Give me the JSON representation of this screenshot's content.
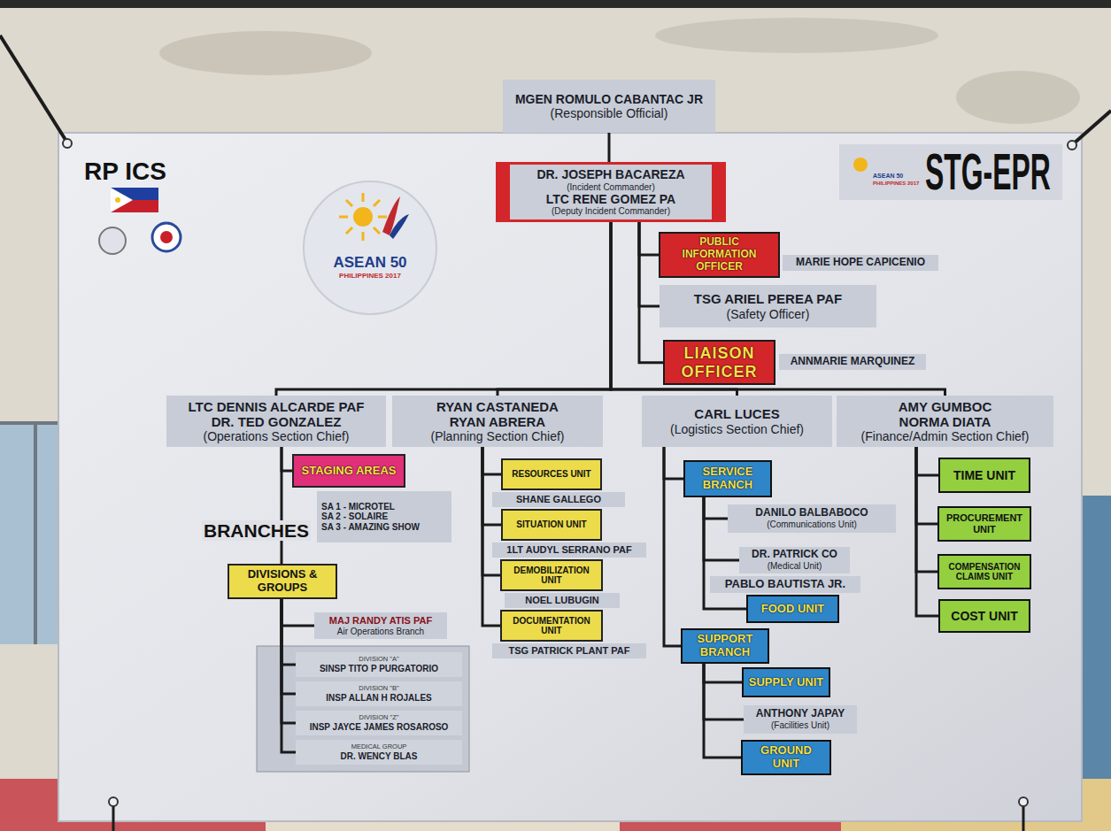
{
  "diagram": {
    "nodes": [
      {
        "text": [
          "MGEN ROMULO CABANTAC JR",
          "(Responsible Official)"
        ]
      },
      {
        "text": [
          "DR. JOSEPH BACAREZA",
          "(Incident Commander)",
          "LTC RENE GOMEZ PA",
          "(Deputy Incident Commander)"
        ]
      },
      {
        "text": [
          "PUBLIC INFORMATION OFFICER"
        ]
      },
      {
        "text": [
          "MARIE HOPE CAPICENIO"
        ]
      },
      {
        "text": [
          "TSG ARIEL PEREA PAF",
          "(Safety Officer)"
        ]
      },
      {
        "text": [
          "LIAISON OFFICER"
        ]
      },
      {
        "text": [
          "ANNMARIE MARQUINEZ"
        ]
      },
      {
        "text": [
          "LTC DENNIS ALCARDE PAF",
          "DR. TED GONZALEZ",
          "(Operations Section Chief)"
        ]
      },
      {
        "text": [
          "RYAN CASTANEDA",
          "RYAN ABRERA",
          "(Planning Section Chief)"
        ]
      },
      {
        "text": [
          "CARL LUCES",
          "(Logistics Section Chief)"
        ]
      },
      {
        "text": [
          "AMY GUMBOC",
          "NORMA DIATA",
          "(Finance/Admin Section Chief)"
        ]
      },
      {
        "text": [
          "STAGING AREAS"
        ]
      },
      {
        "text": [
          "SA 1 - MICROTEL",
          "SA 2 - SOLAIRE",
          "SA 3 - AMAZING SHOW"
        ]
      },
      {
        "text": [
          "DIVISIONS & GROUPS"
        ]
      },
      {
        "text": [
          "MAJ RANDY ATIS PAF",
          "Air Operations Branch"
        ]
      },
      {
        "text": [
          "DIVISION \"A\"",
          "SINSP TITO P PURGATORIO"
        ]
      },
      {
        "text": [
          "DIVISION \"B\"",
          "INSP ALLAN H ROJALES"
        ]
      },
      {
        "text": [
          "DIVISION \"Z\"",
          "INSP JAYCE JAMES ROSAROSO"
        ]
      },
      {
        "text": [
          "MEDICAL GROUP",
          "DR. WENCY BLAS"
        ]
      },
      {
        "text": [
          "RESOURCES UNIT"
        ]
      },
      {
        "text": [
          "SHANE GALLEGO"
        ]
      },
      {
        "text": [
          "SITUATION UNIT"
        ]
      },
      {
        "text": [
          "1LT AUDYL SERRANO PAF"
        ]
      },
      {
        "text": [
          "DEMOBILIZATION UNIT"
        ]
      },
      {
        "text": [
          "NOEL LUBUGIN"
        ]
      },
      {
        "text": [
          "DOCUMENTATION UNIT"
        ]
      },
      {
        "text": [
          "TSG PATRICK PLANT PAF"
        ]
      },
      {
        "text": [
          "SERVICE BRANCH"
        ]
      },
      {
        "text": [
          "DANILO BALBABOCO",
          "(Communications Unit)"
        ]
      },
      {
        "text": [
          "DR. PATRICK CO",
          "(Medical Unit)"
        ]
      },
      {
        "text": [
          "PABLO BAUTISTA JR."
        ]
      },
      {
        "text": [
          "FOOD UNIT"
        ]
      },
      {
        "text": [
          "SUPPORT BRANCH"
        ]
      },
      {
        "text": [
          "SUPPLY UNIT"
        ]
      },
      {
        "text": [
          "ANTHONY JAPAY",
          "(Facilities Unit)"
        ]
      },
      {
        "text": [
          "GROUND UNIT"
        ]
      },
      {
        "text": [
          "TIME UNIT"
        ]
      },
      {
        "text": [
          "PROCUREMENT UNIT"
        ]
      },
      {
        "text": [
          "COMPENSATION CLAIMS UNIT"
        ]
      },
      {
        "text": [
          "COST UNIT"
        ]
      }
    ],
    "edges": [
      {
        "from": 0,
        "to": 1,
        "arrow": "none"
      },
      {
        "from": 1,
        "to": 2,
        "arrow": "none"
      },
      {
        "from": 1,
        "to": 4,
        "arrow": "none"
      },
      {
        "from": 1,
        "to": 5,
        "arrow": "none"
      },
      {
        "from": 1,
        "to": 7,
        "arrow": "none"
      },
      {
        "from": 1,
        "to": 8,
        "arrow": "none"
      },
      {
        "from": 1,
        "to": 9,
        "arrow": "none"
      },
      {
        "from": 1,
        "to": 10,
        "arrow": "none"
      },
      {
        "from": 7,
        "to": 11,
        "arrow": "none"
      },
      {
        "from": 7,
        "to": 13,
        "arrow": "none"
      },
      {
        "from": 13,
        "to": 14,
        "arrow": "none"
      },
      {
        "from": 13,
        "to": 15,
        "arrow": "none"
      },
      {
        "from": 13,
        "to": 16,
        "arrow": "none"
      },
      {
        "from": 13,
        "to": 17,
        "arrow": "none"
      },
      {
        "from": 13,
        "to": 18,
        "arrow": "none"
      },
      {
        "from": 8,
        "to": 19,
        "arrow": "none"
      },
      {
        "from": 8,
        "to": 21,
        "arrow": "none"
      },
      {
        "from": 8,
        "to": 23,
        "arrow": "none"
      },
      {
        "from": 8,
        "to": 25,
        "arrow": "none"
      },
      {
        "from": 9,
        "to": 27,
        "arrow": "none"
      },
      {
        "from": 9,
        "to": 32,
        "arrow": "none"
      },
      {
        "from": 27,
        "to": 28,
        "arrow": "none"
      },
      {
        "from": 27,
        "to": 29,
        "arrow": "none"
      },
      {
        "from": 27,
        "to": 31,
        "arrow": "none"
      },
      {
        "from": 32,
        "to": 33,
        "arrow": "none"
      },
      {
        "from": 32,
        "to": 34,
        "arrow": "none"
      },
      {
        "from": 32,
        "to": 35,
        "arrow": "none"
      },
      {
        "from": 10,
        "to": 36,
        "arrow": "none"
      },
      {
        "from": 10,
        "to": 37,
        "arrow": "none"
      },
      {
        "from": 10,
        "to": 38,
        "arrow": "none"
      },
      {
        "from": 10,
        "to": 39,
        "arrow": "none"
      }
    ],
    "labels": [
      "RP ICS",
      "ASEAN 50",
      "PHILIPPINES 2017",
      "ASEAN 50",
      "PHILIPPINES 2017",
      "STG-EPR",
      "BRANCHES"
    ]
  }
}
